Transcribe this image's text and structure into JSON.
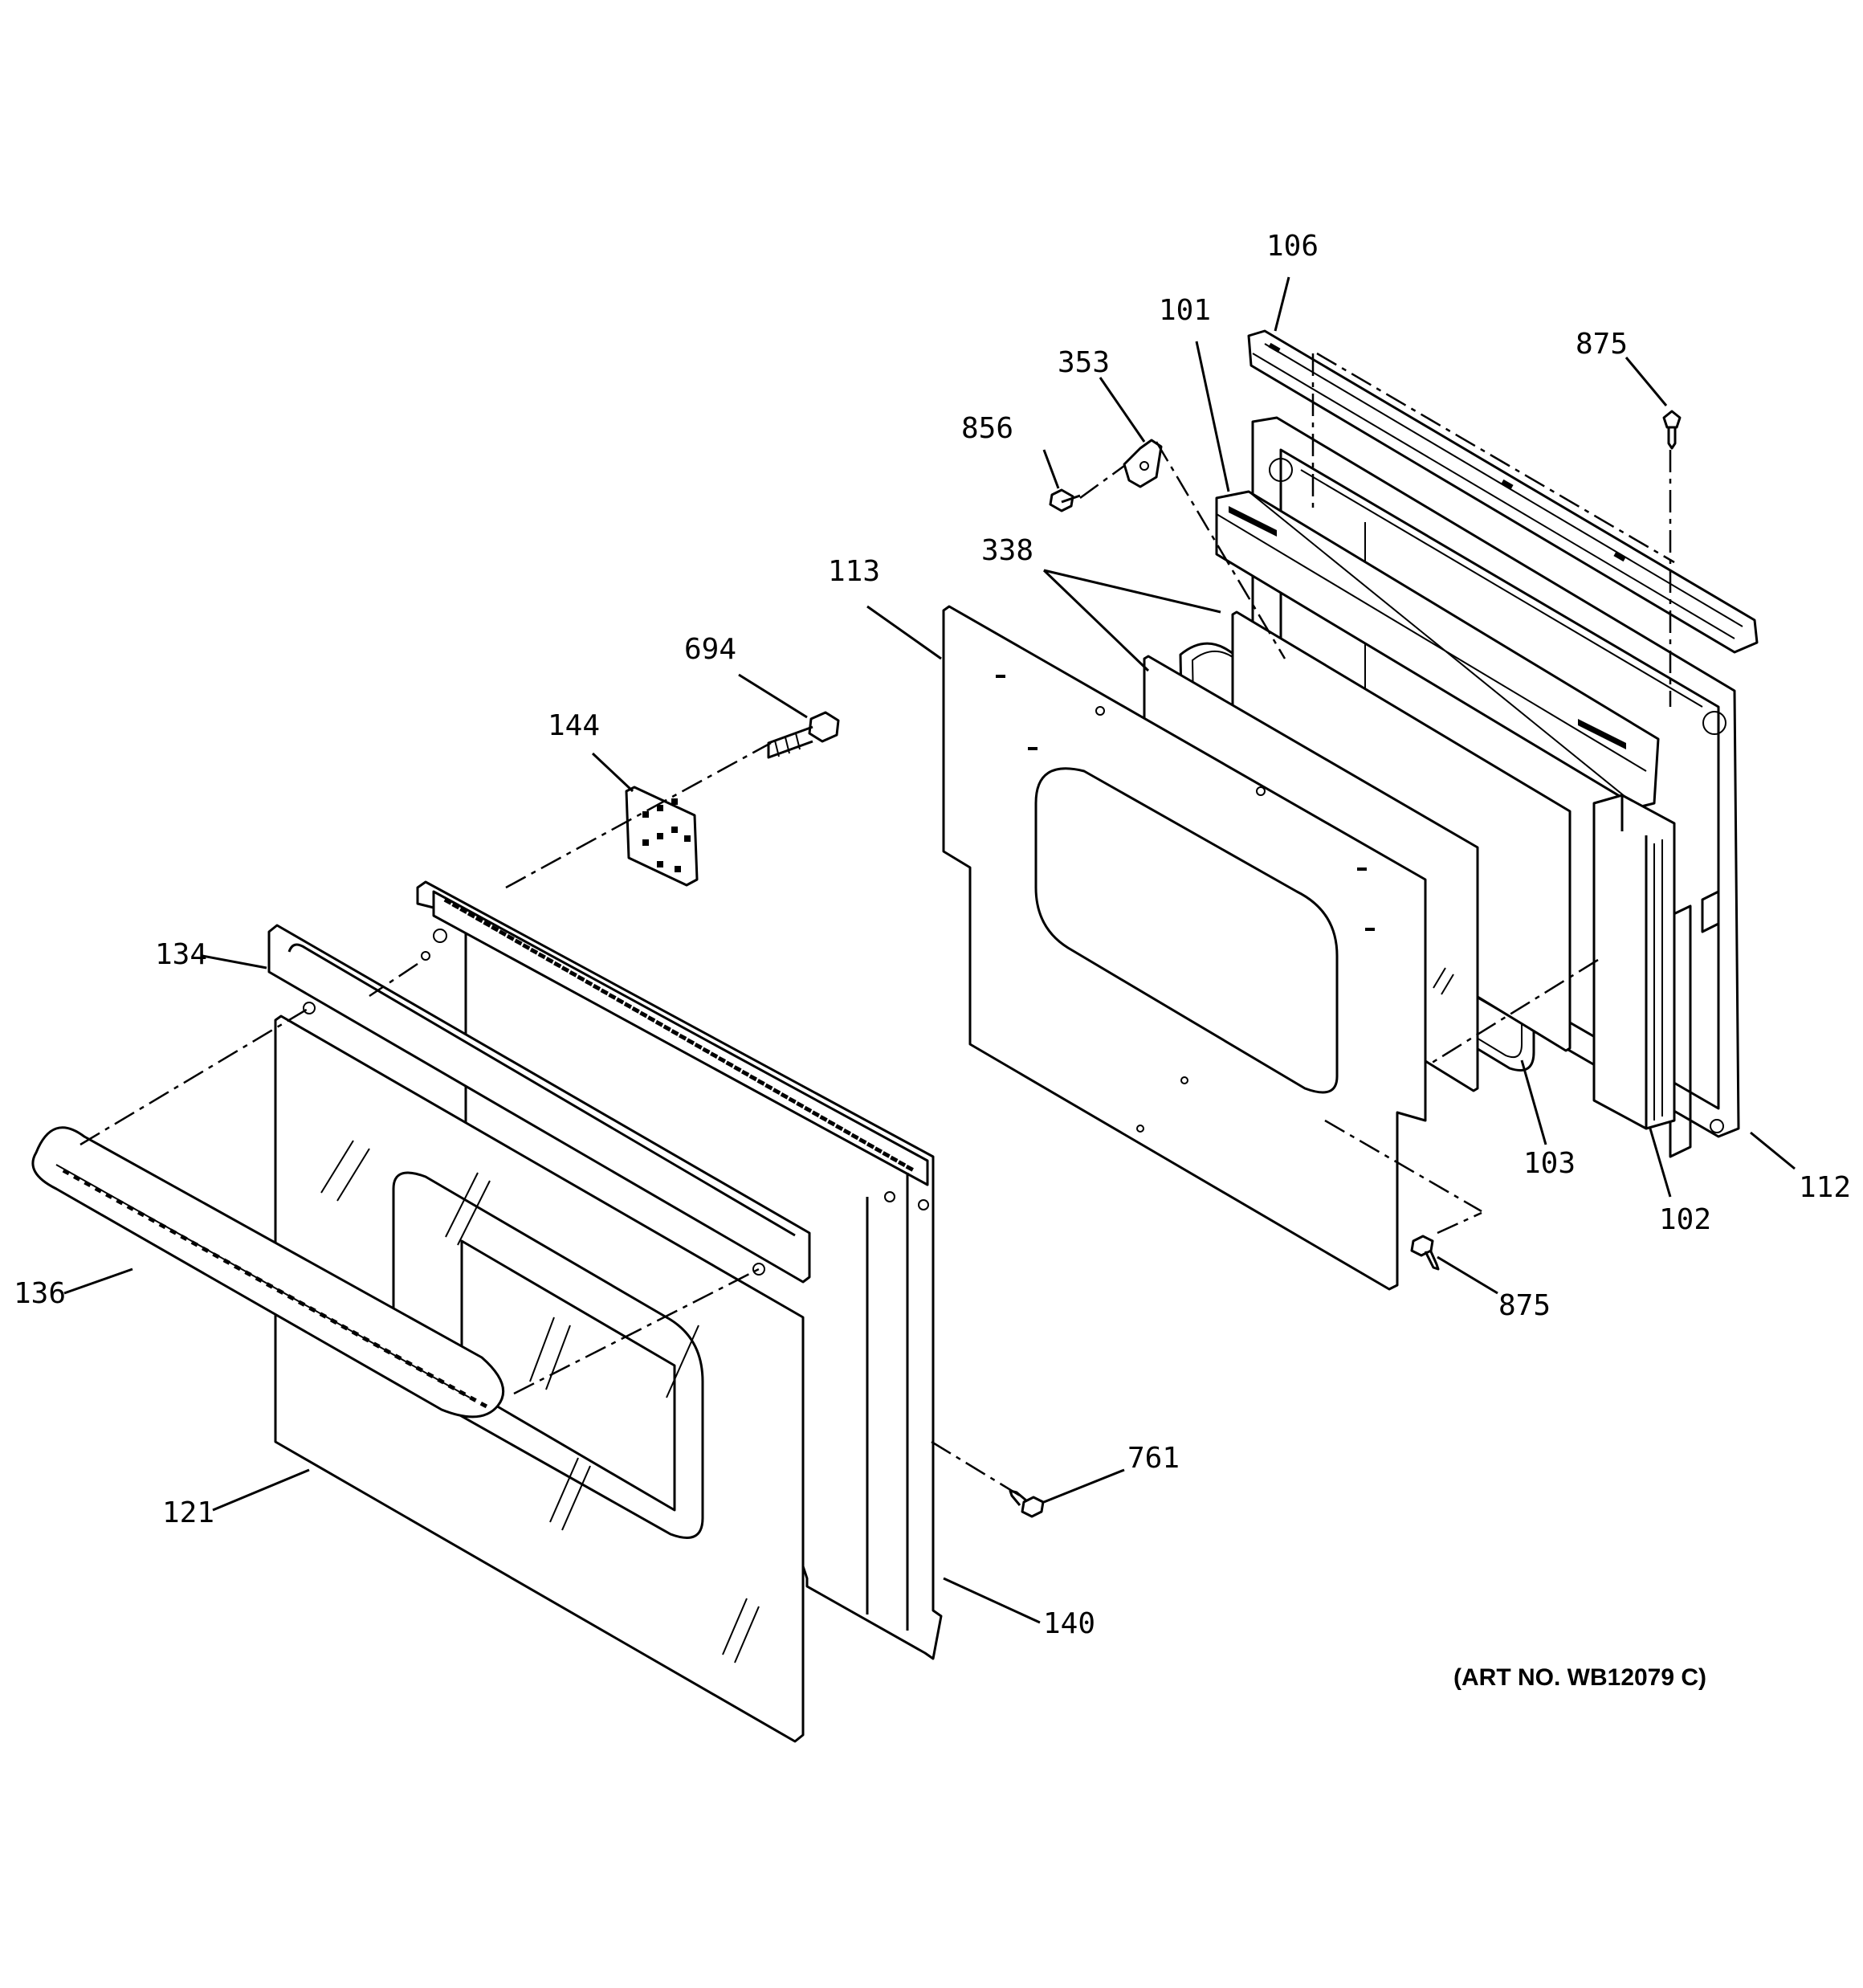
{
  "parts": [
    {
      "id": "p106",
      "label": "106"
    },
    {
      "id": "p101",
      "label": "101"
    },
    {
      "id": "p353",
      "label": "353"
    },
    {
      "id": "p875a",
      "label": "875"
    },
    {
      "id": "p856",
      "label": "856"
    },
    {
      "id": "p338",
      "label": "338"
    },
    {
      "id": "p113",
      "label": "113"
    },
    {
      "id": "p694",
      "label": "694"
    },
    {
      "id": "p144",
      "label": "144"
    },
    {
      "id": "p134",
      "label": "134"
    },
    {
      "id": "p136",
      "label": "136"
    },
    {
      "id": "p121",
      "label": "121"
    },
    {
      "id": "p140",
      "label": "140"
    },
    {
      "id": "p761",
      "label": "761"
    },
    {
      "id": "p875b",
      "label": "875"
    },
    {
      "id": "p103",
      "label": "103"
    },
    {
      "id": "p102",
      "label": "102"
    },
    {
      "id": "p112",
      "label": "112"
    }
  ],
  "art_number": "(ART NO. WB12079 C)"
}
